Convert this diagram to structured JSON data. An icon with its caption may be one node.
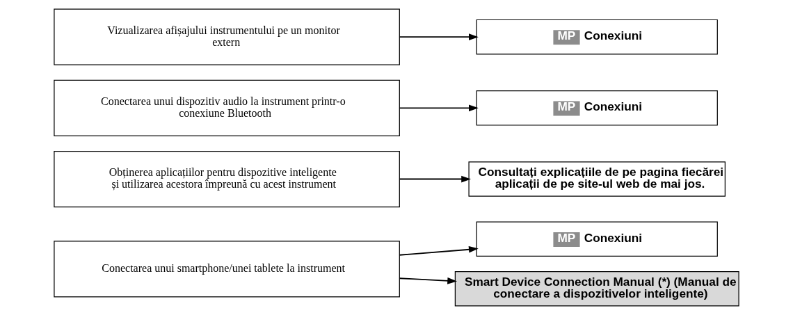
{
  "diagram": {
    "nodes": [
      {
        "text": [
          "Conectarea unui smartphone/unei tablete la instrument"
        ]
      },
      {
        "text": [
          "MP",
          "Conexiuni"
        ]
      },
      {
        "text": [
          "Smart Device Connection Manual (*) (Manual de conectare a dispozitivelor inteligente)"
        ]
      },
      {
        "text": [
          "Obținerea aplicațiilor pentru dispozitive inteligente și utilizarea acestora împreună cu acest instrument"
        ]
      },
      {
        "text": [
          "Consultați explicațiile de pe pagina fiecărei aplicații de pe site-ul web de mai jos."
        ]
      },
      {
        "text": [
          "Conectarea unui dispozitiv audio la instrument printr-o conexiune Bluetooth"
        ]
      },
      {
        "text": [
          "MP",
          "Conexiuni"
        ]
      },
      {
        "text": [
          "Vizualizarea afișajului instrumentului pe un monitor extern"
        ]
      },
      {
        "text": [
          "MP",
          "Conexiuni"
        ]
      }
    ],
    "edges": [
      {
        "from": 0,
        "to": 1,
        "arrow": "to"
      },
      {
        "from": 0,
        "to": 2,
        "arrow": "to"
      },
      {
        "from": 3,
        "to": 4,
        "arrow": "to"
      },
      {
        "from": 5,
        "to": 6,
        "arrow": "to"
      },
      {
        "from": 7,
        "to": 8,
        "arrow": "to"
      }
    ]
  }
}
